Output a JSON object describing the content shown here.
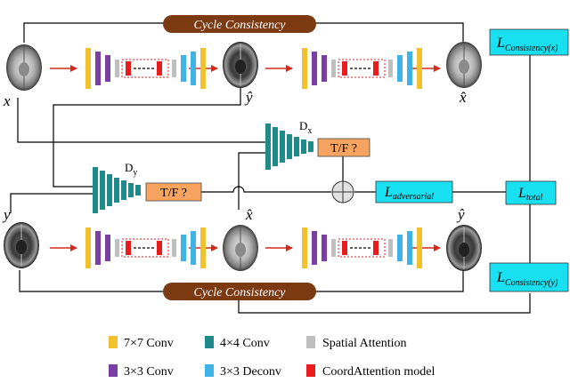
{
  "cycle_top": "Cycle Consistency",
  "cycle_bottom": "Cycle Consistency",
  "labels": {
    "x_in": "x",
    "y_hat_top": "ŷ",
    "x_hat_top": "x̂",
    "y_in": "y",
    "x_hat_bottom": "x̂",
    "y_hat_bottom": "ŷ",
    "dx_main": "D",
    "dx_sub": "x",
    "dy_main": "D",
    "dy_sub": "y",
    "tf_x": "T/F ?",
    "tf_y": "T/F ?"
  },
  "losses": {
    "consistency_x_main": "L",
    "consistency_x_sub": "Consistency(x)",
    "adversarial_main": "L",
    "adversarial_sub": "adversarial",
    "total_main": "L",
    "total_sub": "total",
    "consistency_y_main": "L",
    "consistency_y_sub": "Consistency(y)"
  },
  "legend": [
    {
      "label": "7×7 Conv",
      "color": "#f2c12e"
    },
    {
      "label": "4×4 Conv",
      "color": "#1f8a8a"
    },
    {
      "label": "Spatial Attention",
      "color": "#bfbfbf"
    },
    {
      "label": "3×3 Conv",
      "color": "#7a3fa5"
    },
    {
      "label": "3×3 Deconv",
      "color": "#3fb3e6"
    },
    {
      "label": "CoordAttention model",
      "color": "#e81c1c"
    }
  ],
  "colors": {
    "yellow": "#f2c12e",
    "purple": "#7a3fa5",
    "gray": "#bfbfbf",
    "blue": "#3fb3e6",
    "red": "#e81c1c",
    "teal": "#1f8a8a",
    "cyan": "#19e0f0",
    "brown": "#7b3a12",
    "orange": "#f7a461",
    "arrow": "#d42a1c"
  }
}
